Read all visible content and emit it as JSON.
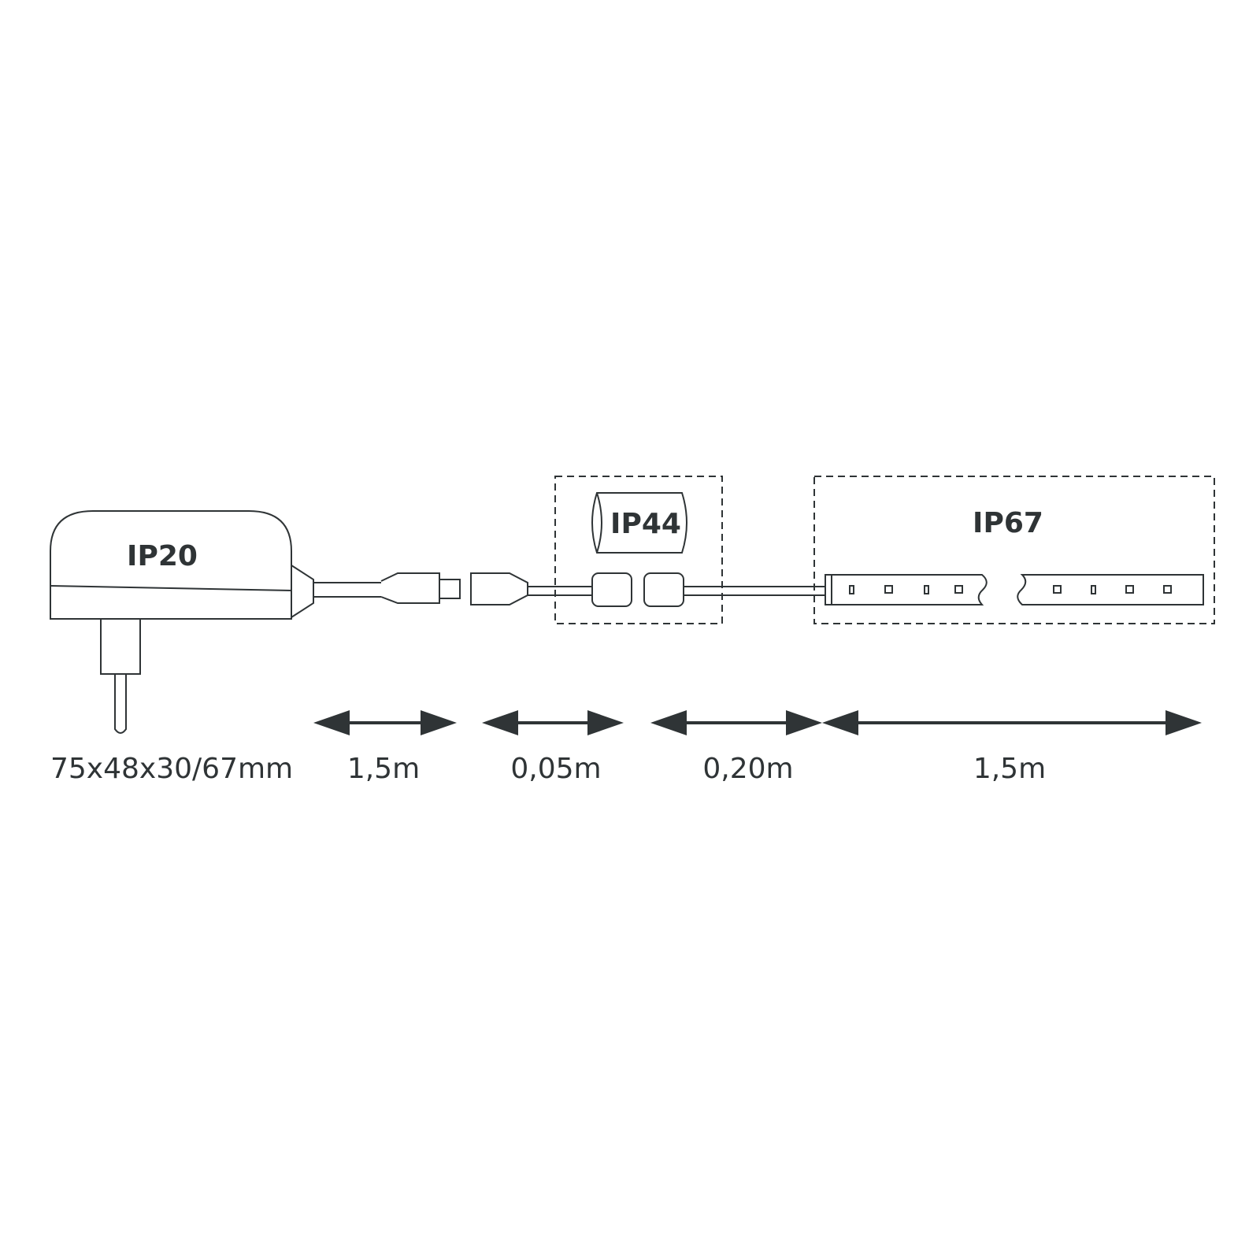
{
  "colors": {
    "ink": "#2f3436",
    "background": "#ffffff"
  },
  "labels": {
    "power_supply_rating": "IP20",
    "connector_rating": "IP44",
    "strip_rating": "IP67",
    "power_supply_dimensions": "75x48x30/67mm"
  },
  "dimensions": [
    {
      "value": "1,5m"
    },
    {
      "value": "0,05m"
    },
    {
      "value": "0,20m"
    },
    {
      "value": "1,5m"
    }
  ]
}
